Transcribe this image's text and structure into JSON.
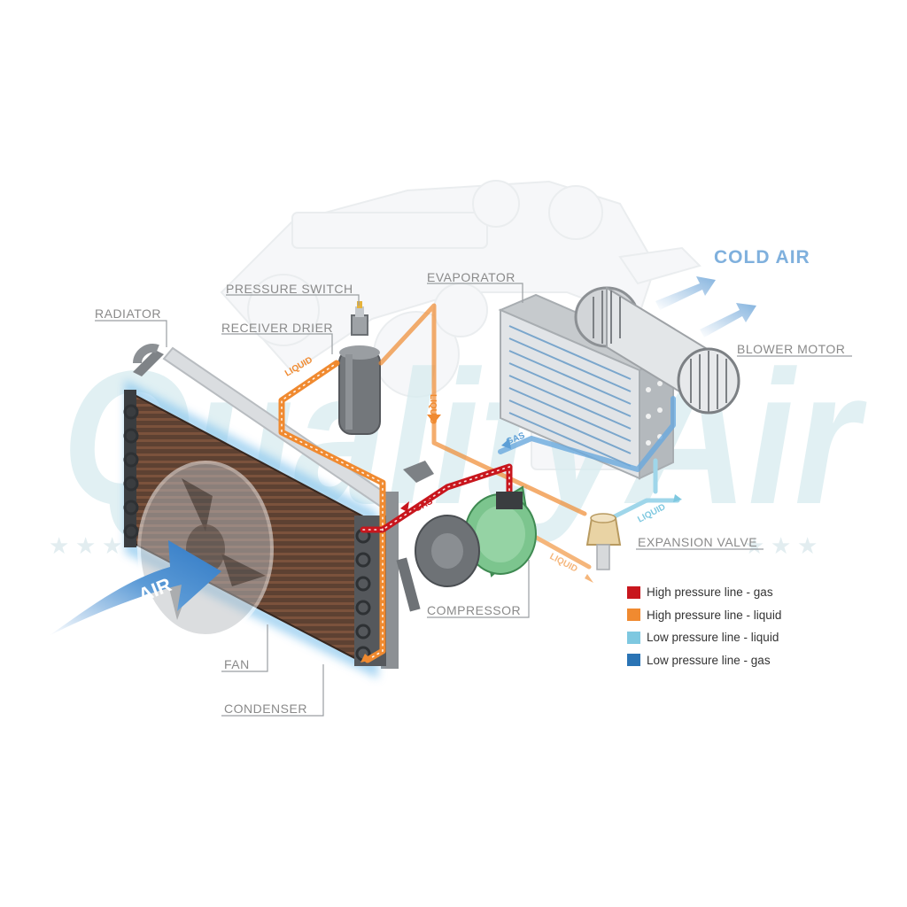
{
  "watermark": {
    "text": "QualityAir"
  },
  "labels": {
    "cold_air": "COLD AIR",
    "pressure_switch": "PRESSURE SWITCH",
    "evaporator": "EVAPORATOR",
    "radiator": "RADIATOR",
    "receiver_drier": "RECEIVER DRIER",
    "blower_motor": "BLOWER MOTOR",
    "expansion_valve": "EXPANSION VALVE",
    "compressor": "COMPRESSOR",
    "fan": "FAN",
    "condenser": "CONDENSER",
    "air": "AIR"
  },
  "line_tags": {
    "liquid_top": "LIQUID",
    "liquid_vertical": "LIQUID",
    "gas_high": "GAS",
    "gas_low": "GAS",
    "liquid_low": "LIQUID",
    "liquid_bottom": "LIQUID"
  },
  "legend": [
    {
      "label": "High pressure line - gas",
      "color": "#c8161d"
    },
    {
      "label": "High pressure line - liquid",
      "color": "#f08a30"
    },
    {
      "label": "Low pressure line - liquid",
      "color": "#7ec8e0"
    },
    {
      "label": "Low pressure line -  gas",
      "color": "#2a74b5"
    }
  ],
  "colors": {
    "high_gas": "#c8161d",
    "high_liquid": "#f08a30",
    "low_liquid": "#7ec8e0",
    "low_gas": "#2a74b5",
    "air_arrow": "#3d86c9",
    "compressor": "#7cc58e"
  }
}
